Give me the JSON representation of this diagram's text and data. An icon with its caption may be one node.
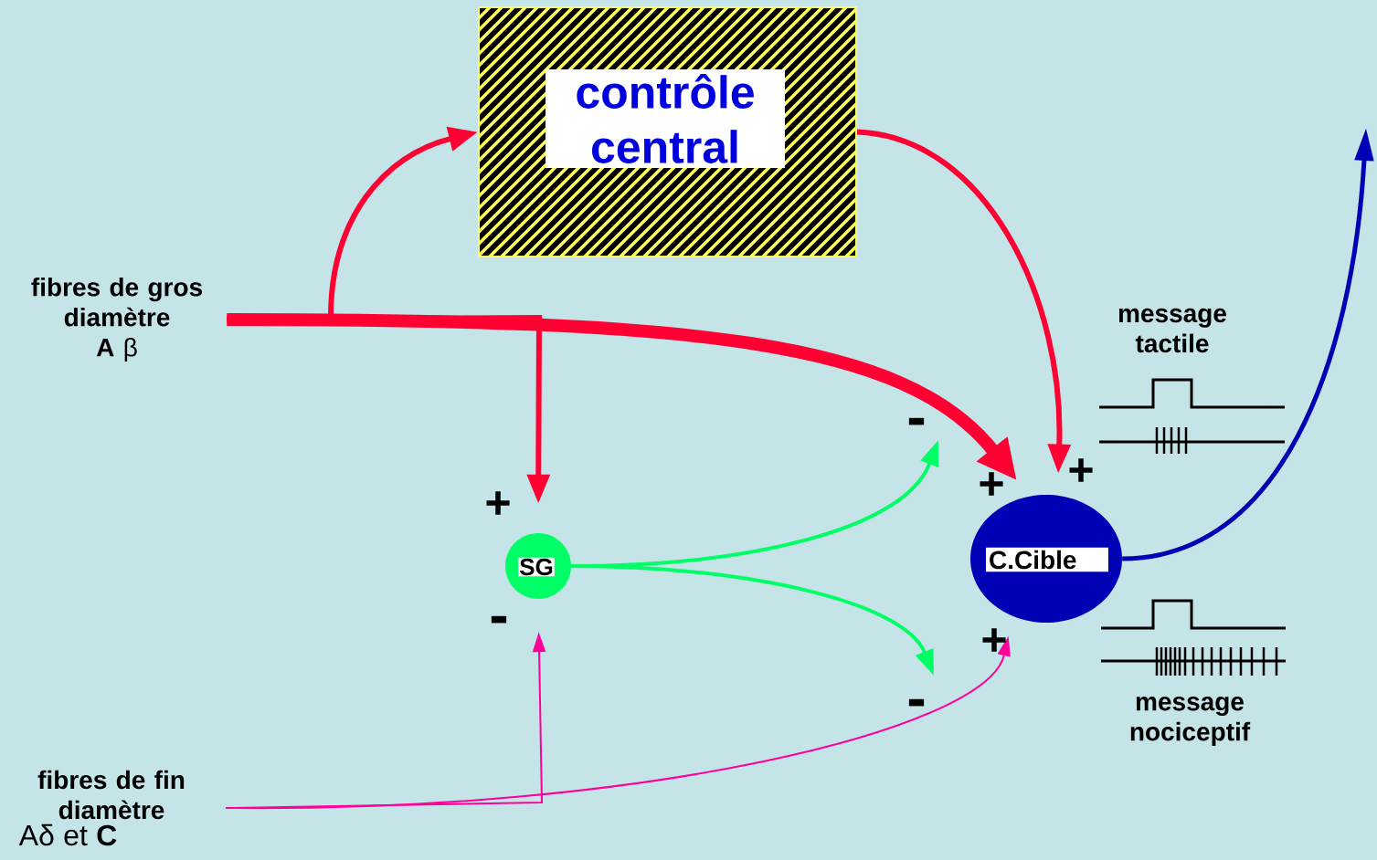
{
  "diagram": {
    "nodes": [
      {
        "text": [
          "fibres de gros diamètre",
          "**A** β"
        ]
      },
      {
        "text": [
          "contrôle central"
        ]
      },
      {
        "text": [
          "SG"
        ]
      },
      {
        "text": [
          "C.Cible"
        ]
      },
      {
        "text": [
          "fibres de fin diamètre",
          "Aδ et **C**"
        ]
      }
    ],
    "edges": [
      {
        "from": 0,
        "to": 1,
        "arrow": "to",
        "color": "#ff0033"
      },
      {
        "from": 0,
        "to": 3,
        "arrow": "to",
        "style": "thick",
        "color": "#ff0033"
      },
      {
        "from": 0,
        "to": 2,
        "arrow": "to",
        "color": "#ff0033"
      },
      {
        "from": 1,
        "to": 3,
        "arrow": "to",
        "color": "#ff0033"
      },
      {
        "from": 2,
        "to": null,
        "arrow": "to",
        "color": "#00ff66"
      },
      {
        "from": 2,
        "to": null,
        "arrow": "to",
        "color": "#00ff66"
      },
      {
        "from": 4,
        "to": 3,
        "arrow": "to",
        "color": "#ff0099"
      },
      {
        "from": 4,
        "to": 2,
        "arrow": "to",
        "color": "#ff0099"
      },
      {
        "from": 3,
        "to": null,
        "arrow": "to",
        "color": "#0000b4"
      }
    ],
    "labels": [
      "message tactile",
      "-",
      "+",
      "+",
      "+",
      "-",
      "+",
      "-",
      "message nociceptif"
    ]
  }
}
